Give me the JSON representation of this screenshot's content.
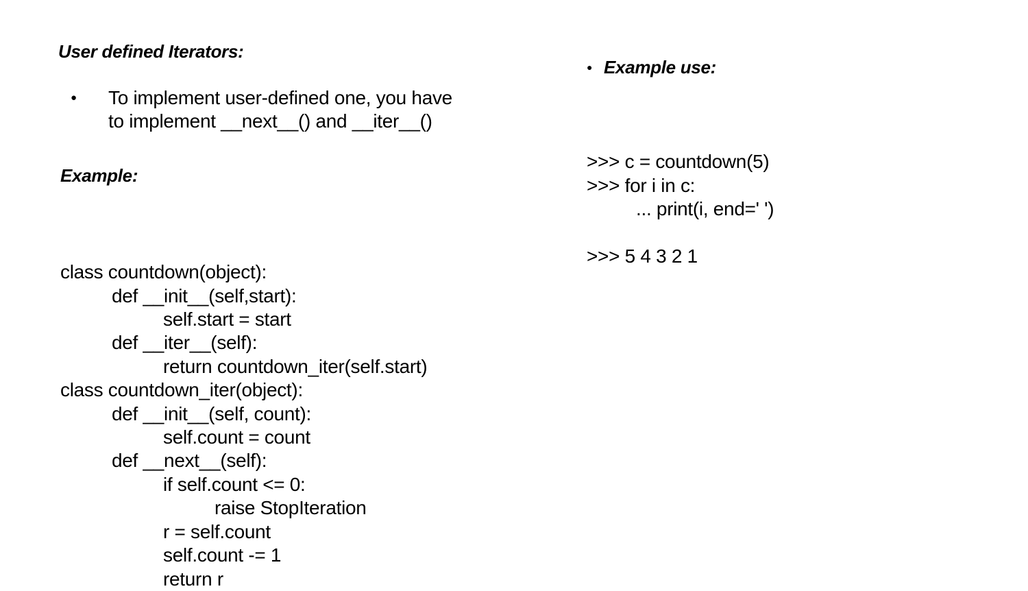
{
  "slide": {
    "background": "#ffffff",
    "text_color": "#000000"
  },
  "left": {
    "title": "User defined Iterators:",
    "bullet": {
      "marker": "●",
      "text": "To implement user-defined one, you have\nto implement __next__() and __iter__()"
    },
    "example_label": "Example:",
    "code_lines": [
      {
        "indent": 0,
        "text": "class countdown(object):"
      },
      {
        "indent": 1,
        "text": "def __init__(self,start):"
      },
      {
        "indent": 2,
        "text": "self.start = start"
      },
      {
        "indent": 1,
        "text": "def __iter__(self):"
      },
      {
        "indent": 2,
        "text": "return countdown_iter(self.start)"
      },
      {
        "indent": 0,
        "text": "class countdown_iter(object):"
      },
      {
        "indent": 1,
        "text": "def __init__(self, count):"
      },
      {
        "indent": 2,
        "text": "self.count = count"
      },
      {
        "indent": 1,
        "text": "def __next__(self):"
      },
      {
        "indent": 2,
        "text": "if self.count <= 0:"
      },
      {
        "indent": 3,
        "text": "raise StopIteration"
      },
      {
        "indent": 2,
        "text": "r = self.count"
      },
      {
        "indent": 2,
        "text": "self.count -= 1"
      },
      {
        "indent": 2,
        "text": "return r"
      }
    ]
  },
  "right": {
    "bullet_marker": "●",
    "title": "Example use:",
    "code_lines": [
      {
        "indent": 0,
        "text": ">>> c = countdown(5)"
      },
      {
        "indent": 0,
        "text": ">>> for i in c:"
      },
      {
        "indent": 1,
        "text": "... print(i, end=' ')"
      },
      {
        "indent": 0,
        "text": ""
      },
      {
        "indent": 0,
        "text": ">>> 5 4 3 2 1"
      }
    ]
  }
}
